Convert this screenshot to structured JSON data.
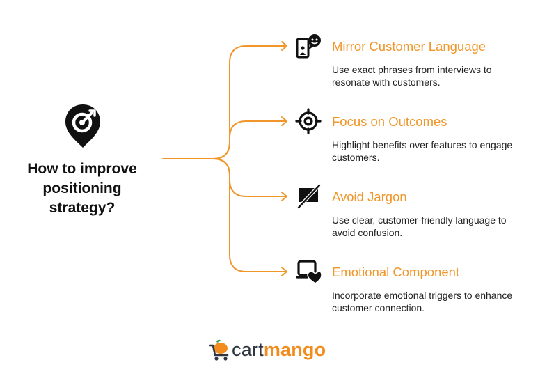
{
  "root": {
    "title_lines": [
      "How to improve",
      "positioning",
      "strategy?"
    ],
    "icon": "target-pin-icon"
  },
  "branches": [
    {
      "title": "Mirror Customer Language",
      "desc_lines": [
        "Use exact phrases from interviews to",
        "resonate with customers."
      ],
      "icon": "speech-person-icon"
    },
    {
      "title": "Focus on Outcomes",
      "desc_lines": [
        "Highlight benefits over features to engage",
        "customers."
      ],
      "icon": "crosshair-target-icon"
    },
    {
      "title": "Avoid Jargon",
      "desc_lines": [
        "Use clear, customer-friendly language to",
        "avoid confusion."
      ],
      "icon": "crossed-message-icon"
    },
    {
      "title": "Emotional Component",
      "desc_lines": [
        "Incorporate emotional triggers to enhance",
        "customer connection."
      ],
      "icon": "device-heart-icon"
    }
  ],
  "brand": {
    "part1": "cart",
    "part2": "mango",
    "icon": "mango-cart-icon"
  },
  "colors": {
    "accent": "#f0962a",
    "text": "#111111",
    "icon": "#111111",
    "brand_orange": "#f28c1e",
    "brand_dark": "#2f3640"
  }
}
